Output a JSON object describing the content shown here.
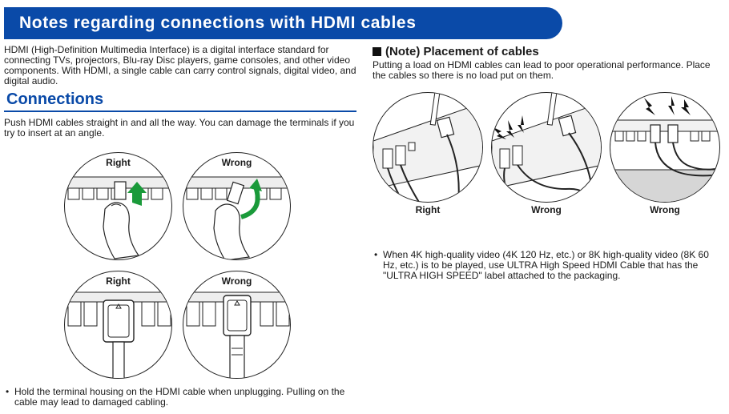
{
  "banner": {
    "title": "Notes regarding connections with HDMI cables"
  },
  "intro": "HDMI (High-Definition Multimedia Interface) is a digital interface standard for connecting TVs, projectors, Blu-ray Disc players, game consoles, and other video components. With HDMI, a single cable can carry control signals, digital video, and digital audio.",
  "connections": {
    "heading": "Connections",
    "text": "Push HDMI cables straight in and all the way. You can damage the terminals if you try to insert at an angle.",
    "labels": {
      "right_top": "Right",
      "wrong_top": "Wrong",
      "right_bottom": "Right",
      "wrong_bottom": "Wrong"
    },
    "bullet_marker": "•",
    "bullet": "Hold the terminal housing on the HDMI cable when unplugging. Pulling on the cable may lead to damaged cabling."
  },
  "placement": {
    "heading": "(Note) Placement of cables",
    "text": "Putting a load on HDMI cables can lead to poor operational performance. Place the cables so there is no load put on them.",
    "labels": {
      "right": "Right",
      "wrong_1": "Wrong",
      "wrong_2": "Wrong"
    },
    "bullet_marker": "•",
    "bullet": "When 4K high-quality video (4K 120 Hz, etc.) or 8K high-quality video (8K 60 Hz, etc.) is to be played, use ULTRA High Speed HDMI Cable that has the \"ULTRA HIGH SPEED\" label attached to the packaging."
  },
  "colors": {
    "brand_blue": "#0a4aa8",
    "arrow_green": "#1a9a3a"
  },
  "icons": {
    "heading_marker": "black-square-icon",
    "arrow_right": "straight-up-arrow-icon",
    "arrow_wrong": "curved-arrow-icon",
    "stress": "lightning-stress-icon"
  }
}
